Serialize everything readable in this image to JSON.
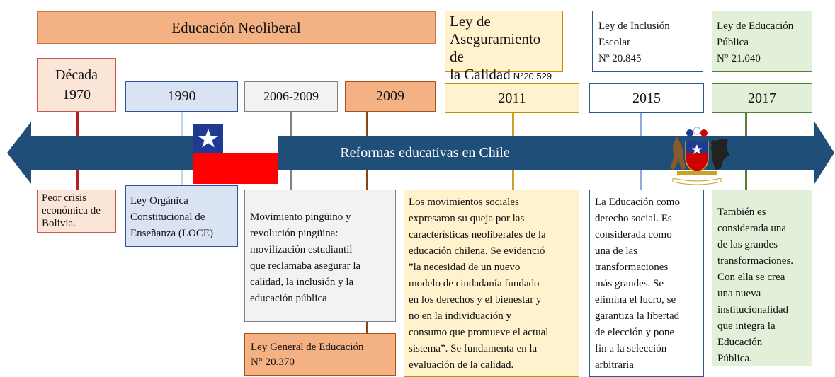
{
  "header": {
    "neoliberal_title": "Educación Neoliberal"
  },
  "laws_top": {
    "law_2011": {
      "text": "Ley de\nAseguramiento de\nla Calidad",
      "number": "N°20.529"
    },
    "law_2015": "Ley de Inclusión\nEscolar\nNº 20.845",
    "law_2017": "Ley de Educación\nPública\nN° 21.040"
  },
  "periods": {
    "p1970": "Década\n1970",
    "p1990": "1990",
    "p2006": "2006-2009",
    "p2009": "2009",
    "p2011": "2011",
    "p2015": "2015",
    "p2017": "2017"
  },
  "timeline": {
    "label": "Reformas educativas en Chile"
  },
  "descriptions": {
    "d1970": "Peor crisis\neconómica de\nBolivia.",
    "d1990": "Ley Orgánica\nConstitucional de\nEnseñanza (LOCE)",
    "d2006": "Movimiento pingüino y\nrevolución pingüina:\nmovilización estudiantil\nque reclamaba asegurar la\ncalidad, la inclusión y la\neducación pública",
    "d2009": "Ley General de Educación\nN° 20.370",
    "d2011": "Los movimientos sociales\nexpresaron su queja por las\ncaracterísticas neoliberales de la\neducación chilena. Se evidenció\n”la necesidad de un nuevo\nmodelo de ciudadanía fundado\nen los derechos y el bienestar y\nno en la individuación y\nconsumo que promueve el actual\nsistema”.  Se fundamenta en la\nevaluación de la calidad.",
    "d2015": "La Educación como\nderecho social. Es\nconsiderada como\nuna de las\ntransformaciones\nmás grandes. Se\nelimina el lucro, se\ngarantiza la libertad\nde elección y pone\nfin a la selección\narbitraria",
    "d2017": "También es\nconsiderada una\nde las grandes\ntransformaciones.\nCon ella se crea\nuna nueva\ninstitucionalidad\nque integra la\nEducación\nPública."
  },
  "icons": {
    "flag": "chile-flag-icon",
    "coat_of_arms": "chile-coat-of-arms-icon"
  },
  "colors": {
    "arrow": "#1f4e79",
    "neoliberal": "#f4b183",
    "c1970_fill": "#fbe5d6",
    "c1970_border": "#c55a5a",
    "c1970_line": "#b22222",
    "c1990_fill": "#dae3f3",
    "c1990_border": "#2e5597",
    "c1990_line": "#bdd7ee",
    "c2006_fill": "#f2f2f2",
    "c2006_border": "#808080",
    "c2006_line": "#7f7f7f",
    "c2009_fill": "#f4b183",
    "c2009_border": "#a5521c",
    "c2009_line": "#8b4513",
    "c2011_fill": "#fff2cc",
    "c2011_border": "#bf9000",
    "c2011_line": "#c9a227",
    "c2015_fill": "#ffffff",
    "c2015_border": "#2e5597",
    "c2015_line": "#8faadc",
    "c2017_fill": "#e2f0d9",
    "c2017_border": "#548235",
    "c2017_line": "#548235"
  }
}
